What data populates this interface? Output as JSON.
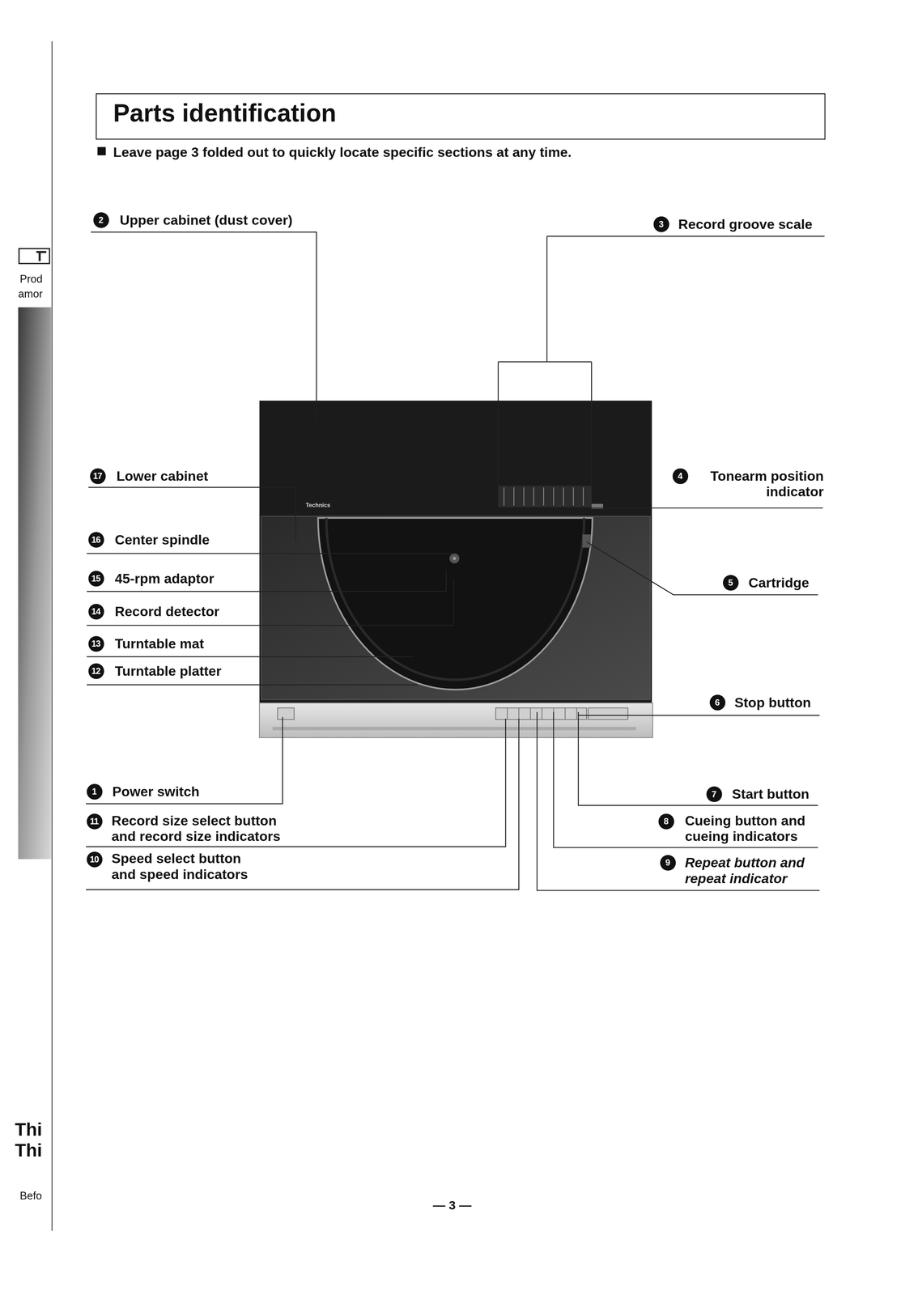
{
  "diagram": {
    "title": "Parts identification",
    "labels": [
      "Leave page 3 folded out to quickly locate specific sections at any time.",
      "2",
      "Upper cabinet (dust cover)",
      "3",
      "Record groove scale",
      "17",
      "Lower cabinet",
      "4",
      "Tonearm position indicator",
      "16",
      "Center spindle",
      "15",
      "45-rpm adaptor",
      "14",
      "Record detector",
      "13",
      "Turntable mat",
      "12",
      "Turntable platter",
      "5",
      "Cartridge",
      "6",
      "Stop button",
      "1",
      "Power switch",
      "7",
      "Start button",
      "11",
      "Record size select button and record size indicators",
      "8",
      "Cueing button and cueing indicators",
      "10",
      "Speed select button and speed indicators",
      "9",
      "Repeat button and repeat indicator",
      "Technics",
      "— 3 —",
      "Prod",
      "amor",
      "Thi",
      "Thi",
      "Befo"
    ]
  }
}
